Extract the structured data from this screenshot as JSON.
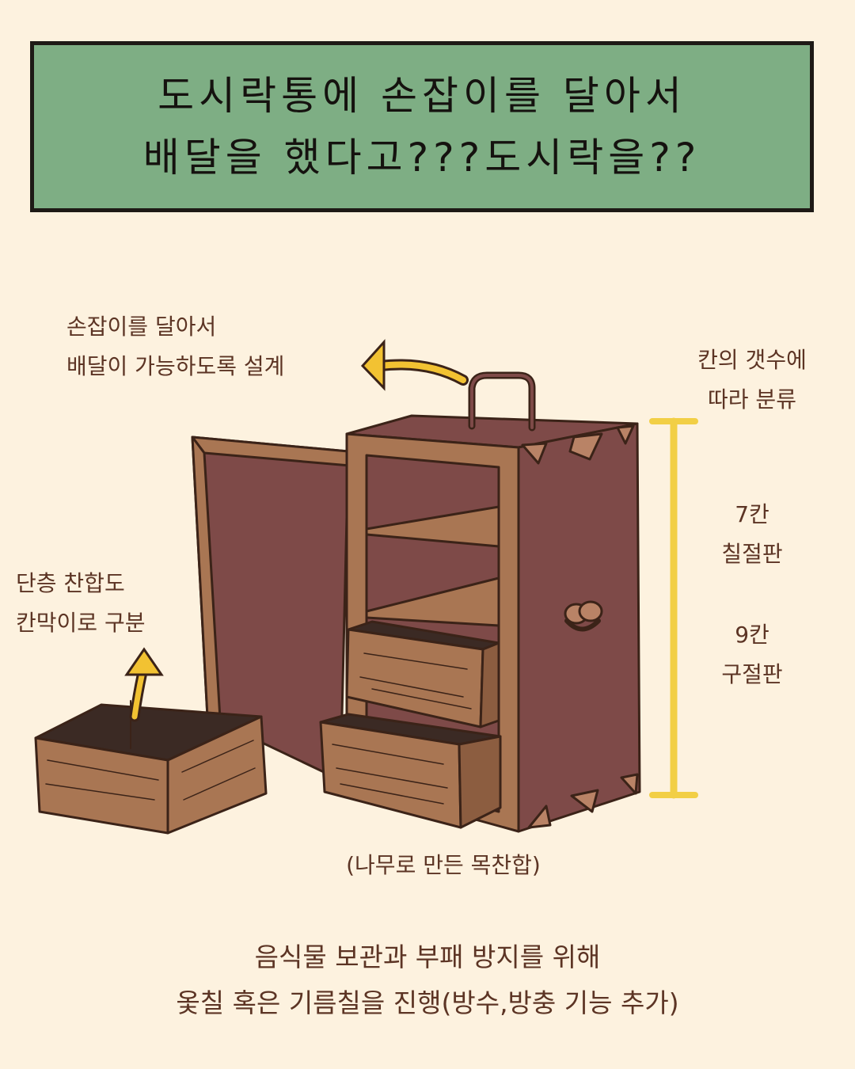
{
  "title": {
    "line1": "도시락통에 손잡이를 달아서",
    "line2": "배달을 했다고???도시락을??"
  },
  "annotations": {
    "handle_note": [
      "손잡이를 달아서",
      "배달이 가능하도록 설계"
    ],
    "single_tier_note": [
      "단층 찬합도",
      "칸막이로 구분"
    ],
    "compartment_note": [
      "칸의 갯수에",
      "따라 분류"
    ],
    "seven": [
      "7칸",
      "칠절판"
    ],
    "nine": [
      "9칸",
      "구절판"
    ]
  },
  "caption": "(나무로 만든 목찬합)",
  "footer": {
    "line1": "음식물 보관과 부패 방지를 위해",
    "line2": "옻칠 혹은 기름칠을 진행(방수,방충 기능 추가)"
  },
  "colors": {
    "banner_green": "#7eae84",
    "cabinet_maroon": "#7e4a48",
    "wood": "#a97653",
    "arrow_yellow": "#f2c232",
    "text_brown": "#5c3424"
  }
}
